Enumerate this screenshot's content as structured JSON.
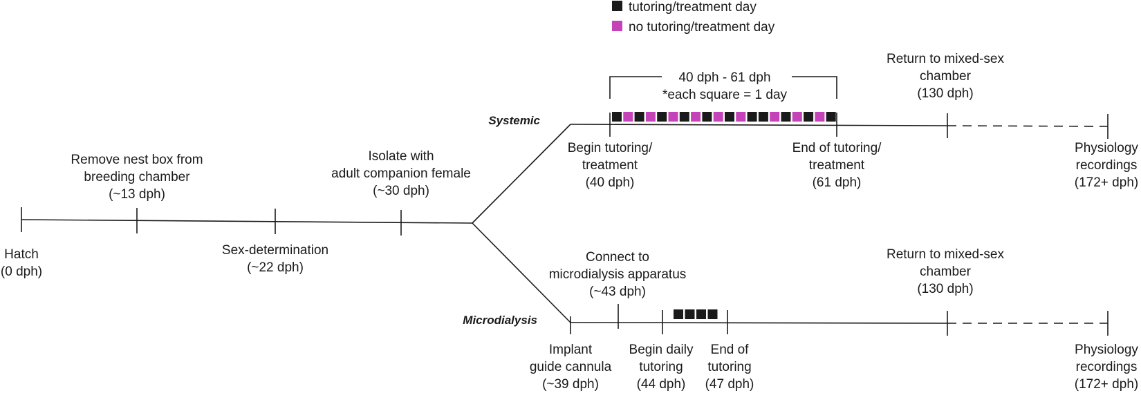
{
  "legend": {
    "items": [
      {
        "label": "tutoring/treatment day",
        "color": "#1a1a1a"
      },
      {
        "label": "no tutoring/treatment day",
        "color": "#c543b9"
      }
    ]
  },
  "branches": {
    "systemic": "Systemic",
    "microdialysis": "Microdialysis"
  },
  "bracket": {
    "line1": "40 dph - 61 dph",
    "line2": "*each square = 1 day"
  },
  "systemic_day_pattern": [
    "t",
    "n",
    "t",
    "n",
    "t",
    "n",
    "t",
    "n",
    "t",
    "n",
    "t",
    "n",
    "t",
    "t",
    "n",
    "t",
    "n",
    "t",
    "n",
    "t"
  ],
  "microdialysis_day_pattern": [
    "t",
    "t",
    "t",
    "t"
  ],
  "labels": {
    "hatch": [
      "Hatch",
      "(0 dph)"
    ],
    "nest": [
      "Remove nest box from",
      "breeding chamber",
      "(~13 dph)"
    ],
    "sex": [
      "Sex-determination",
      "(~22 dph)"
    ],
    "isolate": [
      "Isolate with",
      "adult companion female",
      "(~30 dph)"
    ],
    "sys_begin": [
      "Begin tutoring/",
      "treatment",
      "(40 dph)"
    ],
    "sys_end": [
      "End of tutoring/",
      "treatment",
      "(61 dph)"
    ],
    "sys_return": [
      "Return to mixed-sex",
      "chamber",
      "(130 dph)"
    ],
    "sys_phys": [
      "Physiology",
      "recordings",
      "(172+ dph)"
    ],
    "connect": [
      "Connect to",
      "microdialysis apparatus",
      "(~43 dph)"
    ],
    "implant": [
      "Implant",
      "guide cannula",
      "(~39 dph)"
    ],
    "md_begin": [
      "Begin daily",
      "tutoring",
      "(44 dph)"
    ],
    "md_end": [
      "End of",
      "tutoring",
      "(47 dph)"
    ],
    "md_return": [
      "Return to mixed-sex",
      "chamber",
      "(130 dph)"
    ],
    "md_phys": [
      "Physiology",
      "recordings",
      "(172+ dph)"
    ]
  }
}
